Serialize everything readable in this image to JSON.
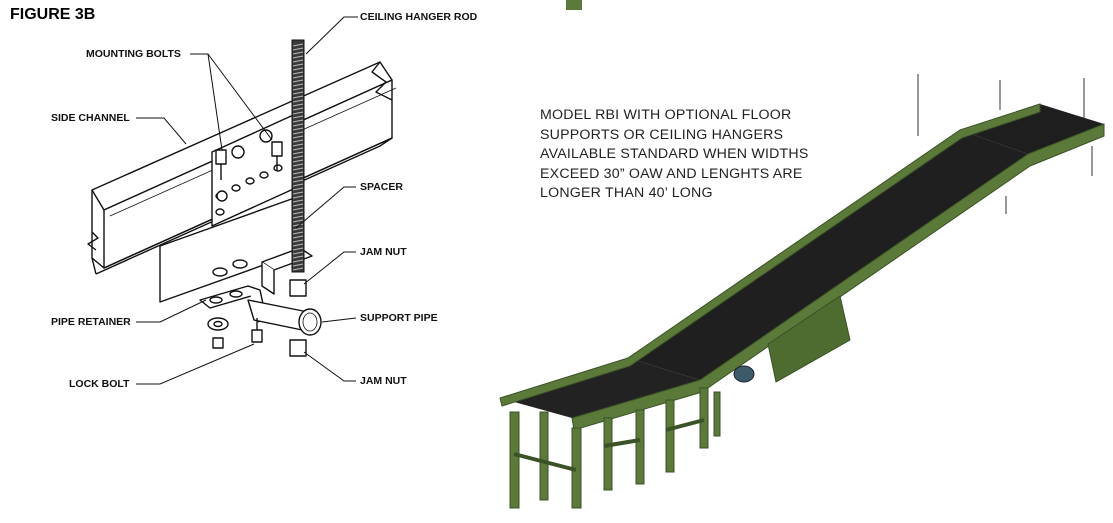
{
  "figure": {
    "title": "FIGURE 3B"
  },
  "callouts": {
    "ceiling_hanger_rod": "CEILING HANGER ROD",
    "mounting_bolts": "MOUNTING BOLTS",
    "side_channel": "SIDE CHANNEL",
    "spacer": "SPACER",
    "jam_nut_top": "JAM NUT",
    "pipe_retainer": "PIPE RETAINER",
    "support_pipe": "SUPPORT PIPE",
    "lock_bolt": "LOCK BOLT",
    "jam_nut_bottom": "JAM NUT"
  },
  "note": {
    "lines": [
      "MODEL RBI WITH OPTIONAL FLOOR",
      "SUPPORTS OR CEILING HANGERS",
      "AVAILABLE STANDARD WHEN WIDTHS",
      "EXCEED 30” OAW AND LENGHTS ARE",
      "LONGER THAN 40’ LONG"
    ]
  },
  "colors": {
    "frame_green": "#5b7a3a",
    "frame_dark": "#3a5226",
    "belt": "#1e1e1e",
    "line": "#111111"
  }
}
